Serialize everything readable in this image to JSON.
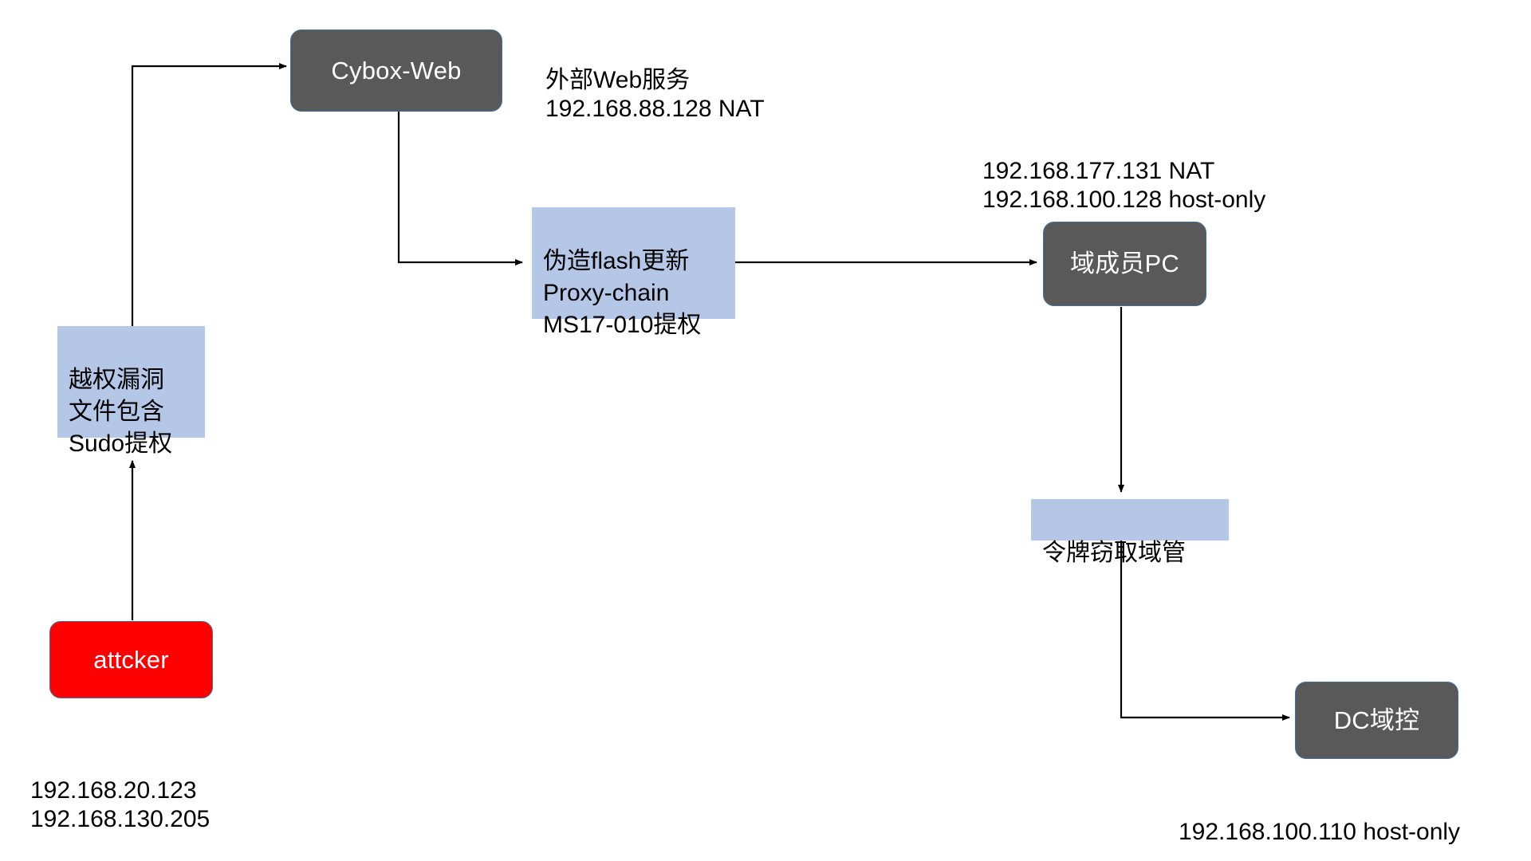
{
  "diagram": {
    "title": "Attack path network diagram",
    "colors": {
      "node_fill": "#595959",
      "attacker_fill": "#ff0000",
      "note_fill": "#b4c7e7",
      "node_border": "#41719c",
      "edge": "#000000",
      "background": "#ffffff"
    },
    "nodes": [
      {
        "id": "cybox-web",
        "label": "Cybox-Web"
      },
      {
        "id": "domain-member-pc",
        "label": "域成员PC"
      },
      {
        "id": "dc",
        "label": "DC域控"
      },
      {
        "id": "attacker",
        "label": "attcker"
      }
    ],
    "notes": [
      {
        "id": "web-exploit-note",
        "text": "越权漏洞\n文件包含\nSudo提权"
      },
      {
        "id": "flash-note",
        "text": "伪造flash更新\nProxy-chain\nMS17-010提权"
      },
      {
        "id": "token-note",
        "text": "令牌窃取域管"
      }
    ],
    "labels": [
      {
        "id": "web-service-label",
        "text": "外部Web服务\n192.168.88.128 NAT"
      },
      {
        "id": "pc-ip-label",
        "text": "192.168.177.131 NAT\n192.168.100.128 host-only"
      },
      {
        "id": "attacker-ip-label",
        "text": "192.168.20.123\n192.168.130.205"
      },
      {
        "id": "dc-ip-label",
        "text": "192.168.100.110  host-only"
      }
    ]
  }
}
